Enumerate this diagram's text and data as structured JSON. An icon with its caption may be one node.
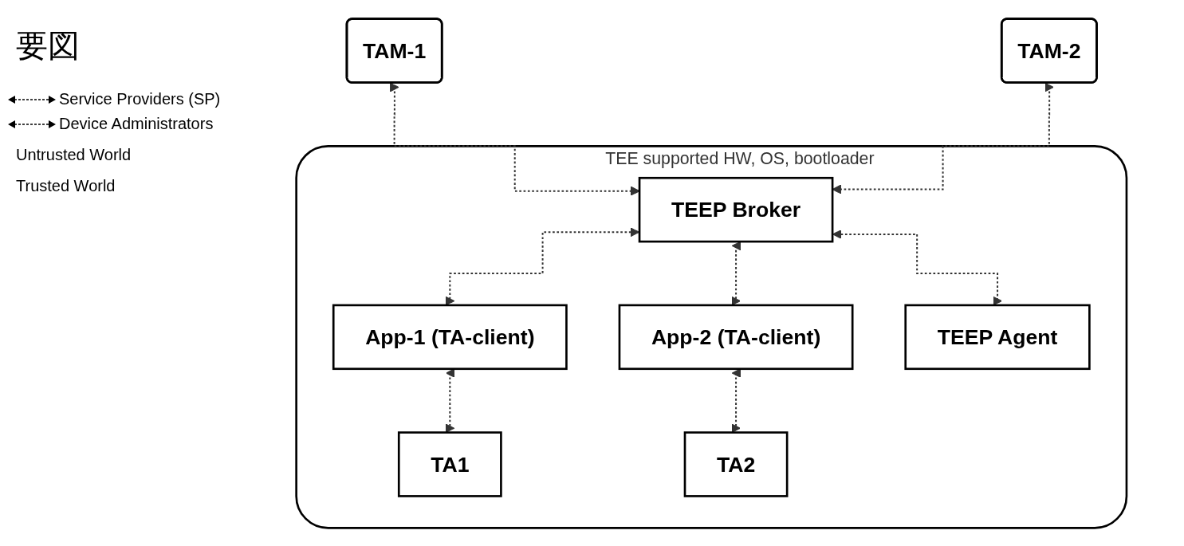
{
  "diagram": {
    "title": "要図",
    "nodes": [
      {
        "text": [
          "TAM-1"
        ]
      },
      {
        "text": [
          "TAM-2"
        ]
      },
      {
        "text": [
          "TEE supported HW, OS, bootloader"
        ]
      },
      {
        "text": [
          "TEEP Broker"
        ],
        "in": 2
      },
      {
        "text": [
          "App-1 (TA-client)"
        ],
        "in": 2
      },
      {
        "text": [
          "App-2 (TA-client)"
        ],
        "in": 2
      },
      {
        "text": [
          "TEEP Agent"
        ],
        "in": 2
      },
      {
        "text": [
          "TA1"
        ],
        "in": 2
      },
      {
        "text": [
          "TA2"
        ],
        "in": 2
      }
    ],
    "edges": [
      {
        "from": 0,
        "to": 3,
        "arrow": "both",
        "style": "dashed"
      },
      {
        "from": 1,
        "to": 3,
        "arrow": "both",
        "style": "dashed"
      },
      {
        "from": 3,
        "to": 5,
        "arrow": "both",
        "style": "dashed"
      },
      {
        "from": 3,
        "to": 4,
        "arrow": "both",
        "style": "dashed"
      },
      {
        "from": 3,
        "to": 6,
        "arrow": "both",
        "style": "dashed"
      },
      {
        "from": 4,
        "to": 7,
        "arrow": "both",
        "style": "dashed"
      },
      {
        "from": 5,
        "to": 8,
        "arrow": "both",
        "style": "dashed"
      }
    ],
    "labels": [
      "Untrusted World",
      "Trusted World"
    ],
    "legend": [
      {
        "text": "Service Providers (SP)"
      },
      {
        "text": "Device Administrators"
      }
    ]
  }
}
